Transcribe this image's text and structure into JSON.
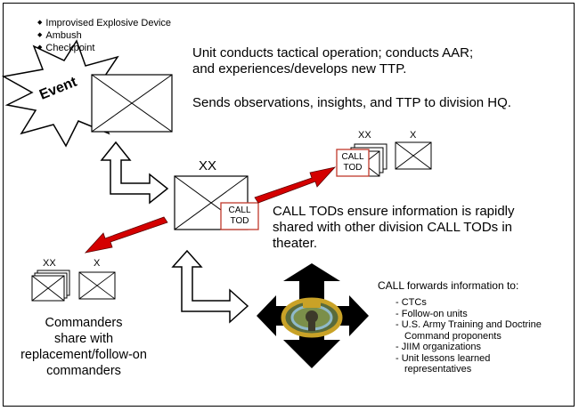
{
  "event": {
    "label": "Event",
    "items": [
      "Improvised Explosive Device",
      "Ambush",
      "Checkpoint"
    ]
  },
  "unit": {
    "line1": "Unit conducts tactical operation; conducts AAR;",
    "line2": "and experiences/develops new TTP.",
    "line3": "Sends observations, insights, and TTP to division HQ."
  },
  "division": {
    "echelon": "XX",
    "tod_line1": "CALL",
    "tod_line2": "TOD"
  },
  "other_division": {
    "echelon_div": "XX",
    "echelon_bde": "X",
    "tod_line1": "CALL",
    "tod_line2": "TOD"
  },
  "commanders_units": {
    "echelon_div": "XX",
    "echelon_bde": "X"
  },
  "tod_text": {
    "line1": "CALL TODs ensure information is rapidly",
    "line2": "shared with other division CALL TODs in",
    "line3": "theater."
  },
  "commanders": {
    "line1": "Commanders",
    "line2": "share with",
    "line3": "replacement/follow-on",
    "line4": "commanders"
  },
  "call_forwards": {
    "heading": "CALL forwards information to:",
    "items": [
      "CTCs",
      "Follow-on units",
      "U.S. Army Training and Doctrine",
      "Command proponents",
      "JIIM organizations",
      "Unit lessons learned",
      "representatives"
    ]
  },
  "colors": {
    "arrow_red": "#d40000",
    "tod_border": "#c0392b"
  },
  "icons": [
    "starburst-icon",
    "unit-symbol-icon",
    "hollow-arrow-icon",
    "red-arrow-icon",
    "four-way-arrow-icon",
    "call-emblem-icon"
  ]
}
